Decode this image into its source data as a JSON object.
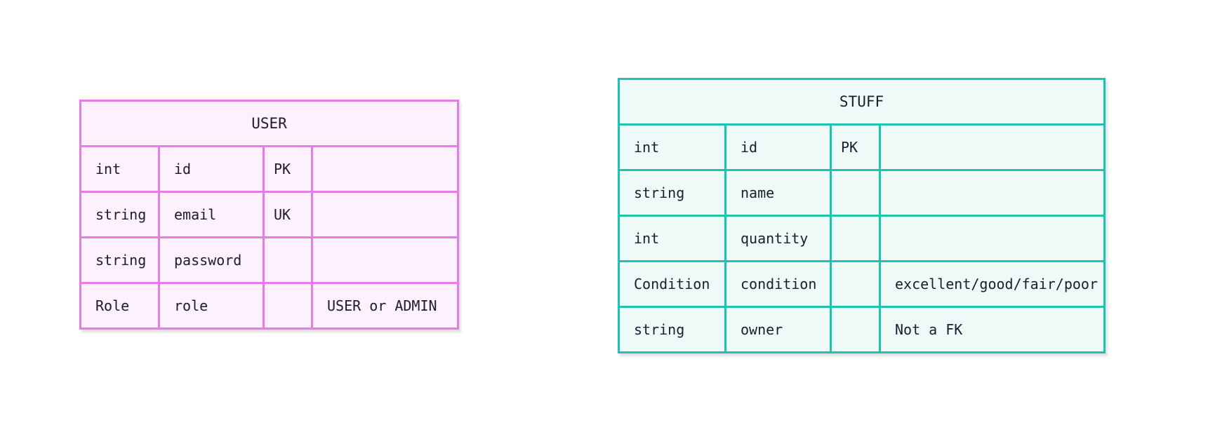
{
  "diagram": {
    "kind": "er-diagram",
    "background": "#ffffff",
    "text_color": "#1c1c30",
    "entities": [
      {
        "name": "USER",
        "border_color": "#e87be9",
        "fill_color": "#fcf1fd",
        "rows": [
          {
            "type": "int",
            "name": "id",
            "key": "PK",
            "comment": ""
          },
          {
            "type": "string",
            "name": "email",
            "key": "UK",
            "comment": ""
          },
          {
            "type": "string",
            "name": "password",
            "key": "",
            "comment": ""
          },
          {
            "type": "Role",
            "name": "role",
            "key": "",
            "comment": "USER or ADMIN"
          }
        ]
      },
      {
        "name": "STUFF",
        "border_color": "#1ec3b0",
        "fill_color": "#eefaf7",
        "rows": [
          {
            "type": "int",
            "name": "id",
            "key": "PK",
            "comment": ""
          },
          {
            "type": "string",
            "name": "name",
            "key": "",
            "comment": ""
          },
          {
            "type": "int",
            "name": "quantity",
            "key": "",
            "comment": ""
          },
          {
            "type": "Condition",
            "name": "condition",
            "key": "",
            "comment": "excellent/good/fair/poor"
          },
          {
            "type": "string",
            "name": "owner",
            "key": "",
            "comment": "Not a FK"
          }
        ]
      }
    ]
  }
}
